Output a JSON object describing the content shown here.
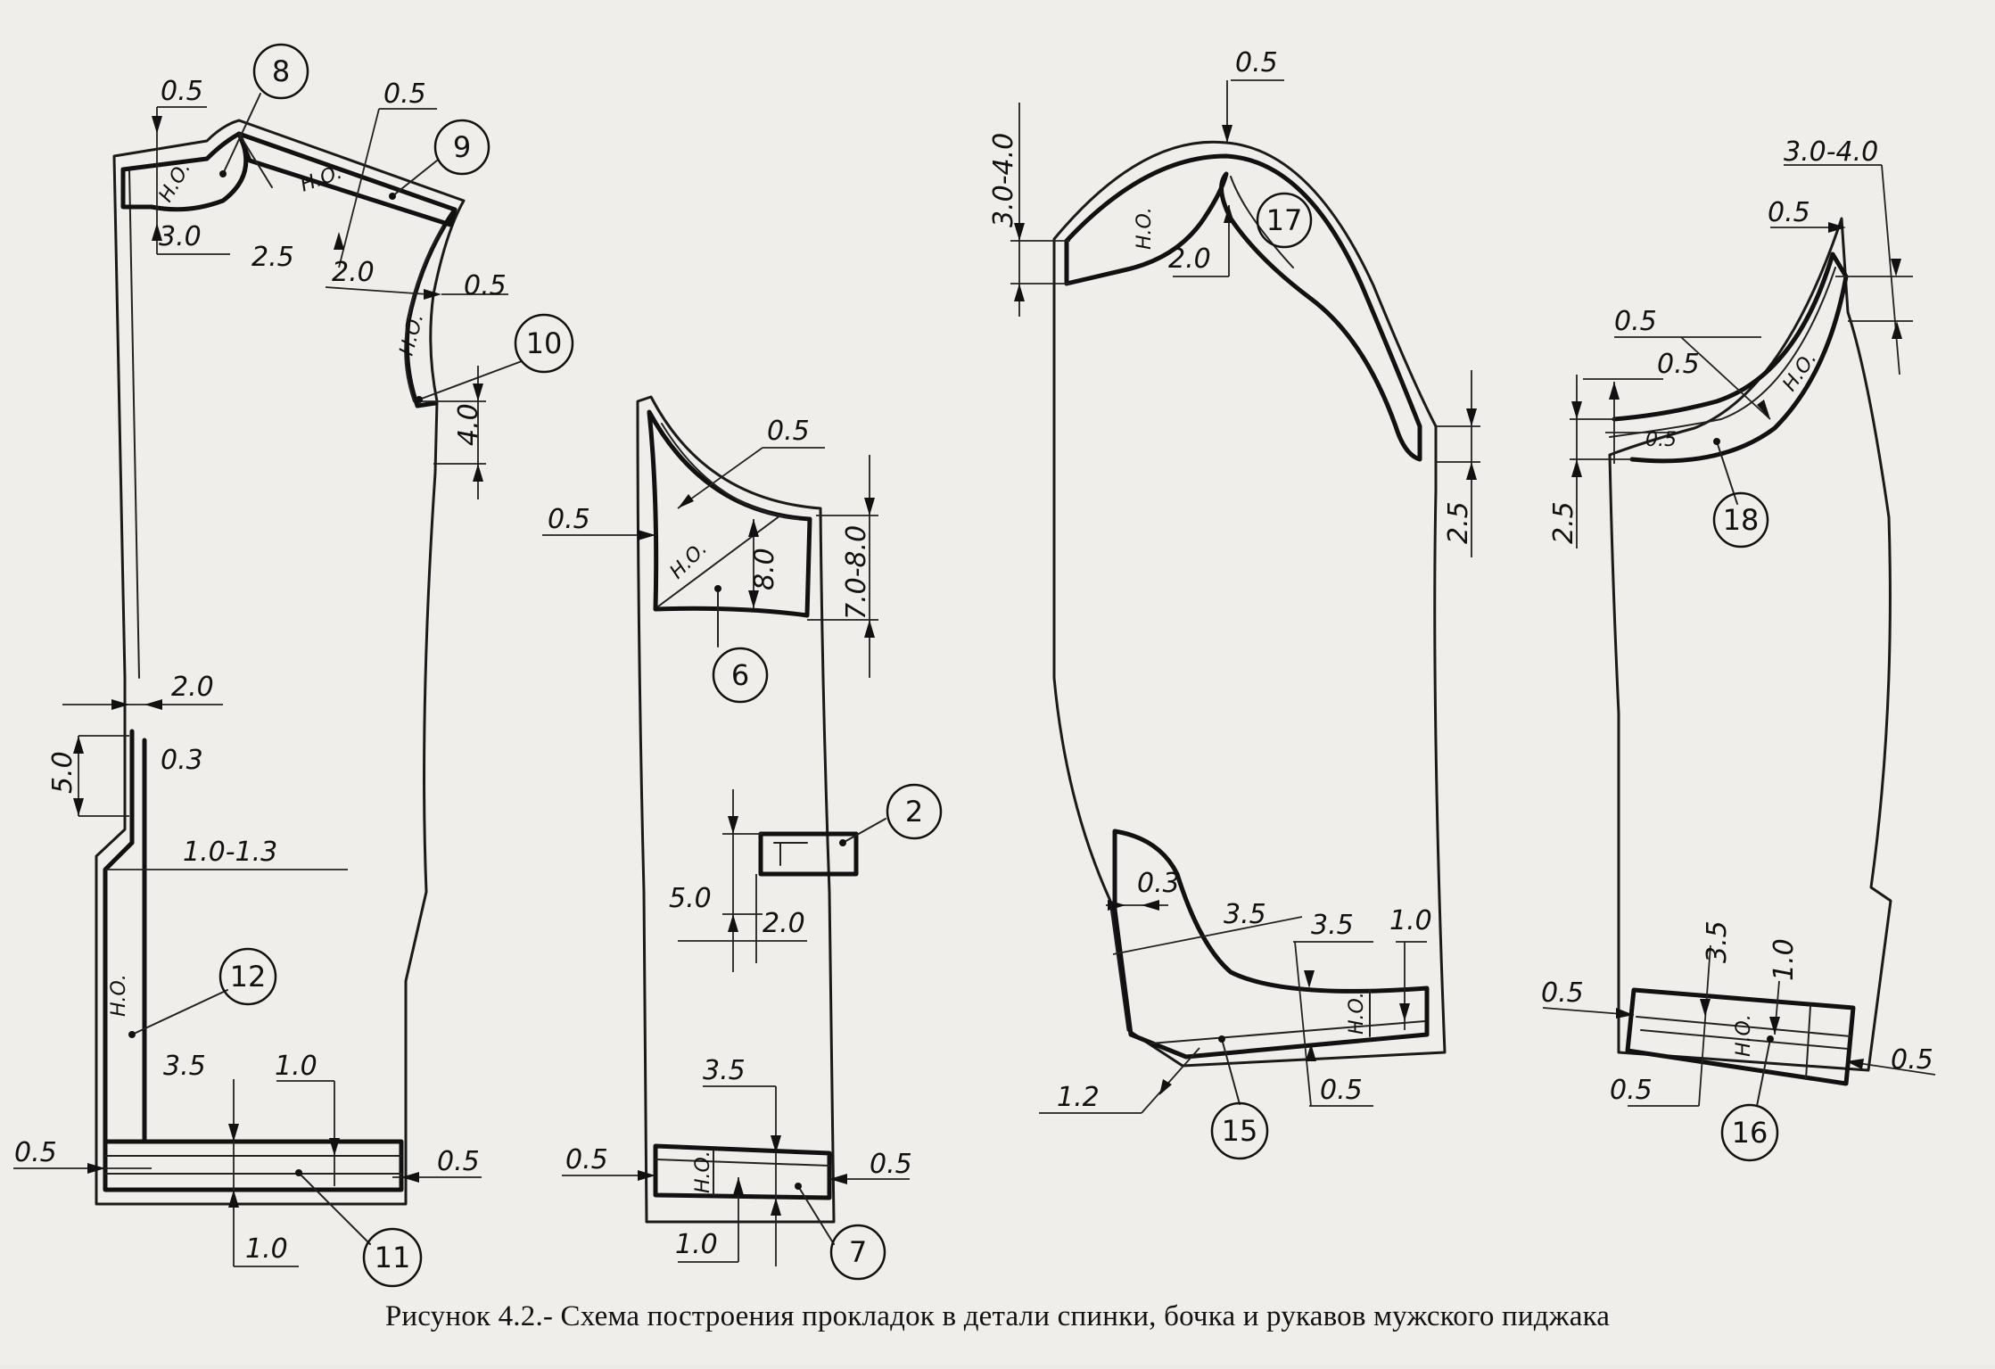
{
  "caption": "Рисунок 4.2.- Схема  построения прокладок в детали спинки, бочка и рукавов мужского пиджака",
  "grain_mark": "Н.О.",
  "parts": [
    {
      "id": "back",
      "label": "8"
    },
    {
      "id": "back",
      "label": "9"
    },
    {
      "id": "back",
      "label": "10"
    },
    {
      "id": "back",
      "label": "12"
    },
    {
      "id": "back",
      "label": "11"
    },
    {
      "id": "side",
      "label": "6"
    },
    {
      "id": "side",
      "label": "2"
    },
    {
      "id": "side",
      "label": "7"
    },
    {
      "id": "sleeve_top",
      "label": "17"
    },
    {
      "id": "sleeve_top",
      "label": "15"
    },
    {
      "id": "sleeve_under",
      "label": "18"
    },
    {
      "id": "sleeve_under",
      "label": "16"
    }
  ],
  "dimensions": {
    "back": [
      "0.5",
      "0.5",
      "3.0",
      "2.5",
      "2.0",
      "0.5",
      "4.0",
      "2.0",
      "0.3",
      "5.0",
      "1.0-1.3",
      "3.5",
      "1.0",
      "0.5",
      "0.5",
      "1.0"
    ],
    "side": [
      "0.5",
      "0.5",
      "8.0",
      "7.0-8.0",
      "5.0",
      "2.0",
      "3.5",
      "0.5",
      "0.5",
      "1.0"
    ],
    "sleeve_top": [
      "0.5",
      "3.0-4.0",
      "2.0",
      "2.5",
      "0.3",
      "3.5",
      "3.5",
      "1.0",
      "1.2",
      "0.5"
    ],
    "sleeve_under": [
      "3.0-4.0",
      "0.5",
      "0.5",
      "0.5",
      "0.5",
      "2.5",
      "3.5",
      "1.0",
      "0.5",
      "0.5",
      "0.5"
    ]
  }
}
